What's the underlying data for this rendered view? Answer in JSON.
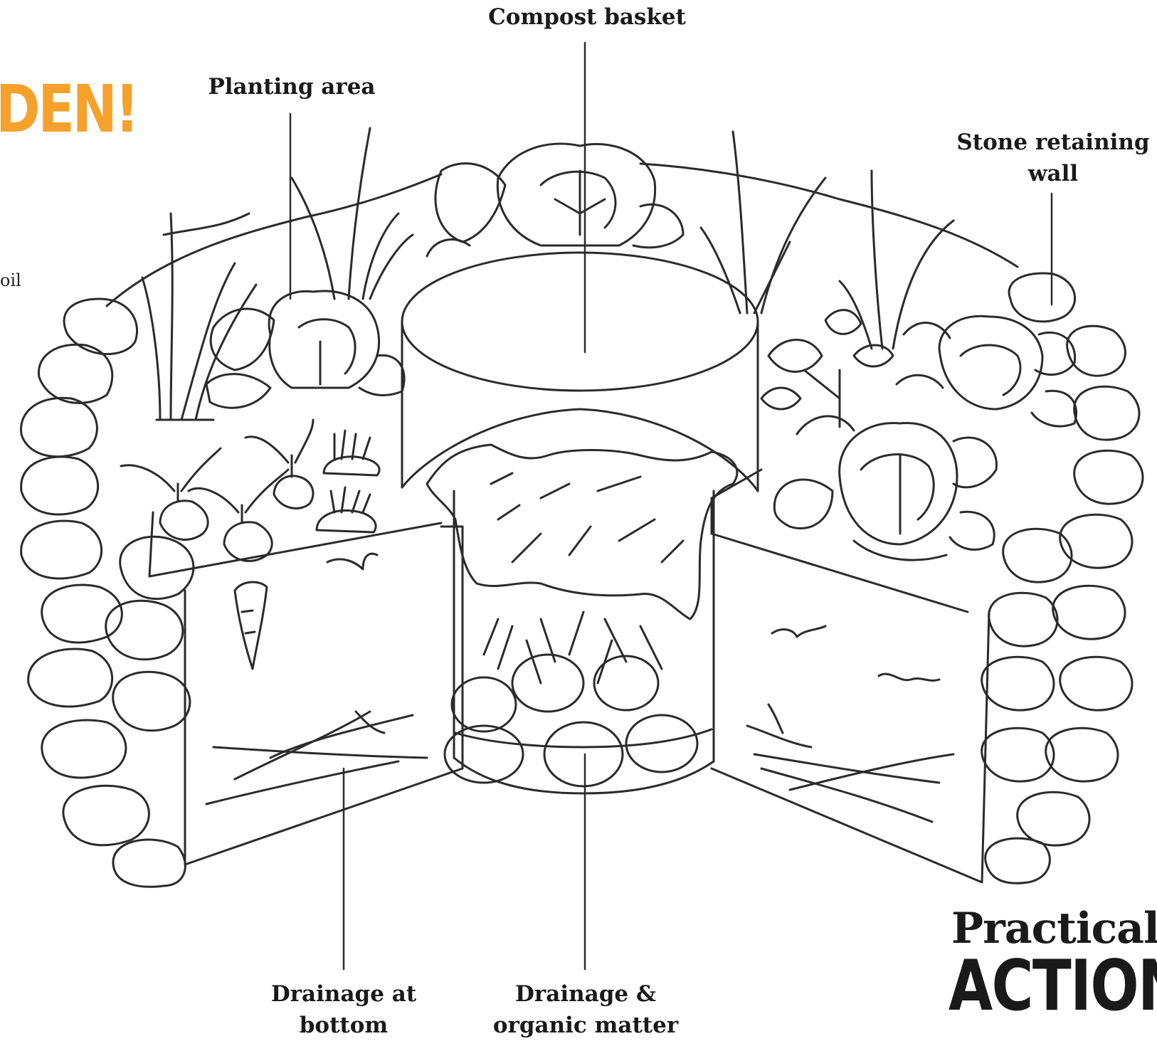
{
  "labels": {
    "compost_basket": "Compost basket",
    "planting_area": "Planting area",
    "stone_wall_line1": "Stone retaining",
    "stone_wall_line2": "wall",
    "drainage_bottom_line1": "Drainage at",
    "drainage_bottom_line2": "bottom",
    "drainage_organic_line1": "Drainage &",
    "drainage_organic_line2": "organic matter"
  },
  "title_fragment": "DEN!",
  "text_fragment": "oil",
  "logo": {
    "line1": "Practical",
    "line2": "ACTION"
  },
  "colors": {
    "accent": "#F5A12B",
    "ink": "#2b2b2b"
  }
}
